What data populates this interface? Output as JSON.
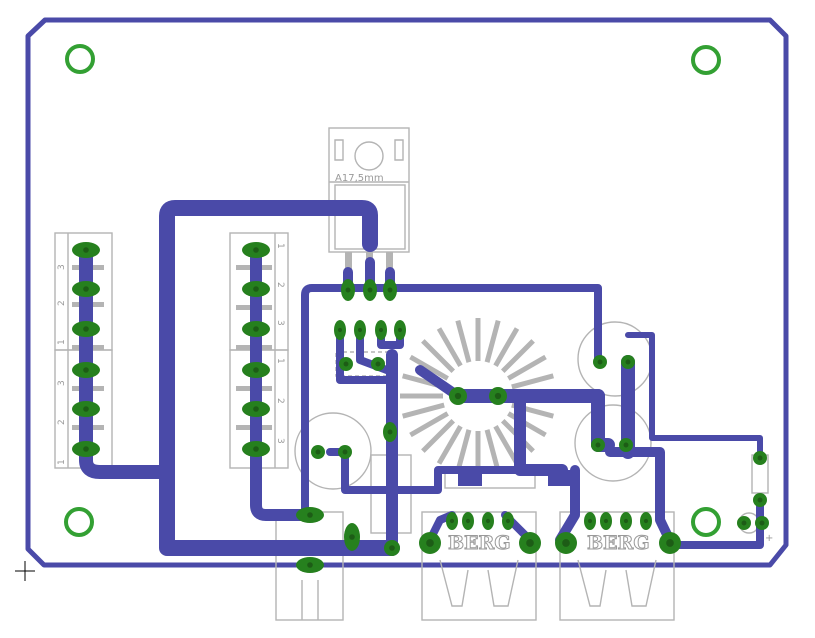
{
  "board": {
    "outline_color": "#4a4aa8",
    "trace_color": "#4a4aa8",
    "pad_color": "#26801e",
    "silkscreen_color": "#b4b4b4"
  },
  "labels": {
    "regulator_label": "A17,5mm",
    "logo_left": "BERG",
    "logo_right": "BERG",
    "polarity_plus": "+"
  },
  "connectors": {
    "left_block_pins": [
      "3",
      "2",
      "1",
      "3",
      "2",
      "1"
    ],
    "mid_block_pins": [
      "1",
      "2",
      "3",
      "1",
      "2",
      "3"
    ]
  }
}
